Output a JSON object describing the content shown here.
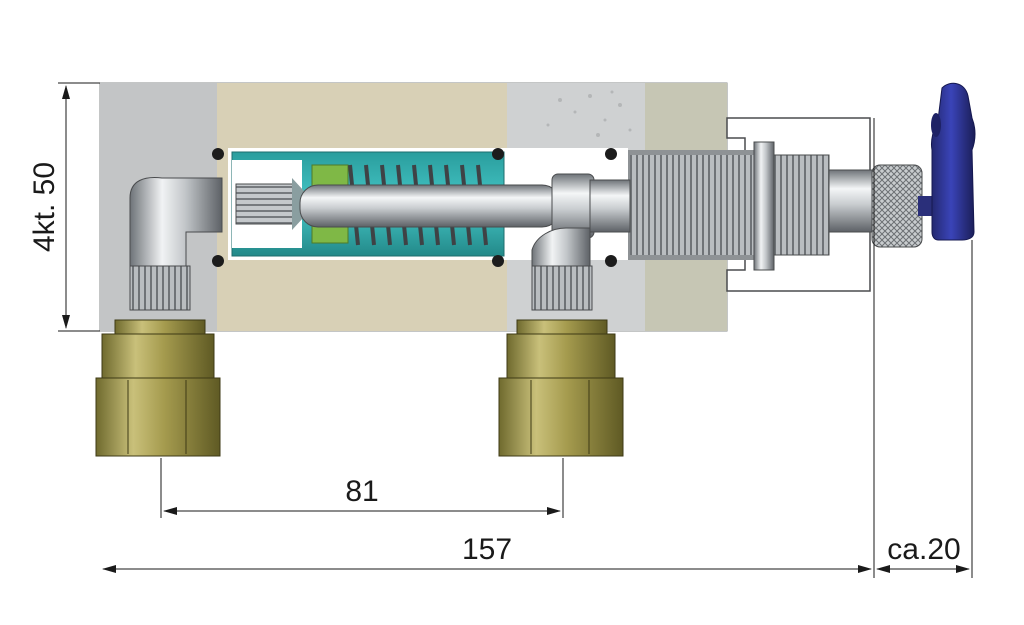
{
  "dimensions": {
    "height_label": "4kt. 50",
    "port_spacing_label": "81",
    "overall_length_label": "157",
    "handle_extension_label": "ca.20"
  }
}
